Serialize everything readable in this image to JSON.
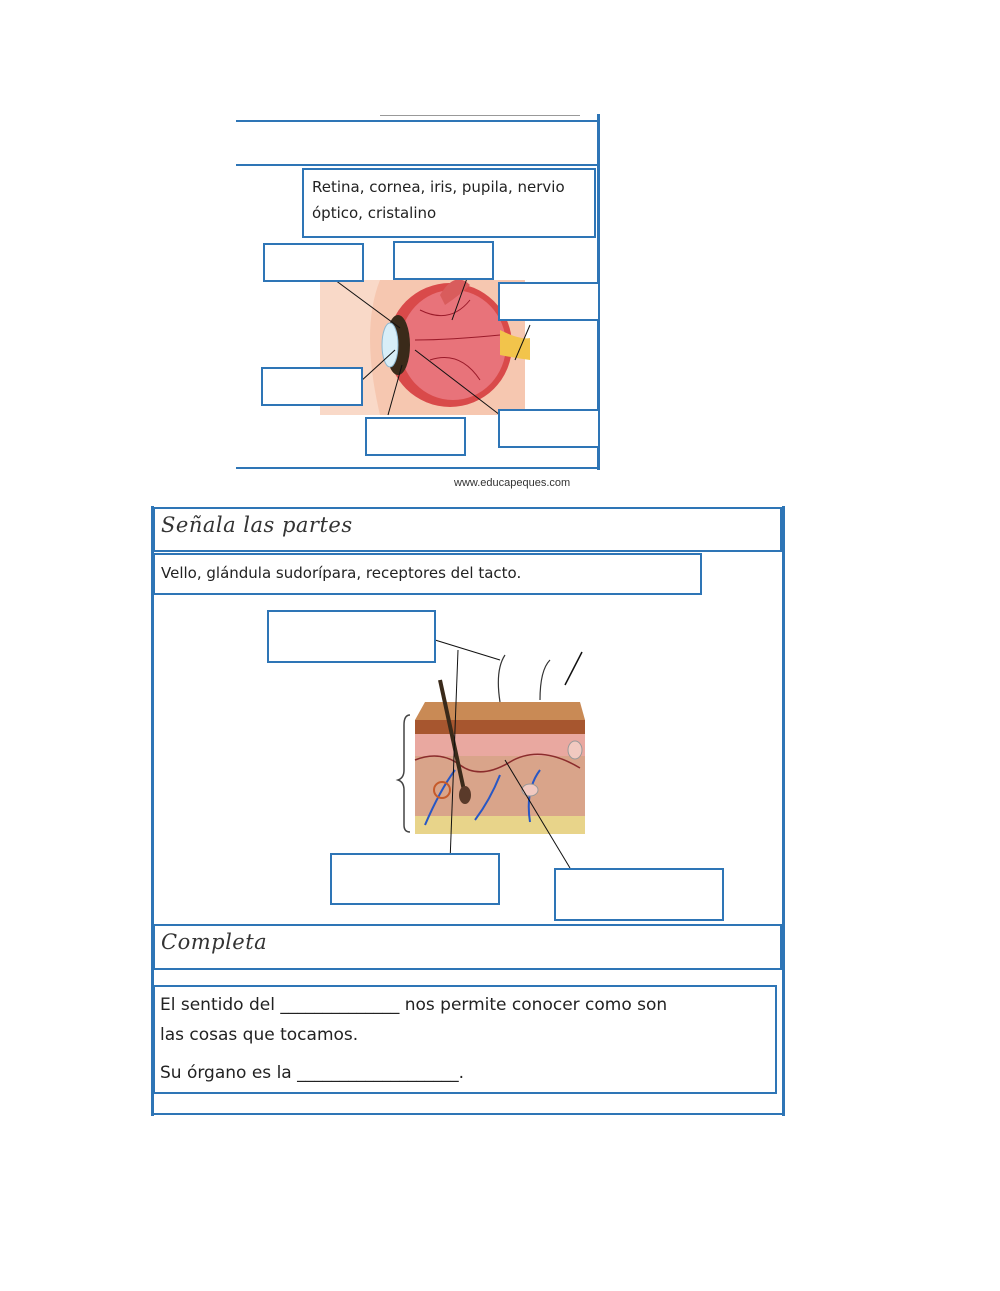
{
  "eye_section": {
    "word_bank": [
      "Retina, cornea, iris, pupila, nervio",
      "óptico, cristalino"
    ],
    "credit": "www.educapeques.com",
    "diagram_icon": "eye-anatomy-illustration"
  },
  "skin_section": {
    "title": "Señala las partes",
    "word_bank": "Vello, glándula sudorípara, receptores del tacto.",
    "diagram_icon": "skin-cross-section-illustration"
  },
  "complete_section": {
    "title": "Completa",
    "line1_a": "El sentido del",
    "blank1": "______________",
    "line1_b": "nos permite conocer como son",
    "line2": "las cosas que tocamos.",
    "line3_a": "Su órgano es la",
    "blank2": "___________________",
    "line3_b": "."
  },
  "colors": {
    "accent_blue": "#2e75b6"
  }
}
